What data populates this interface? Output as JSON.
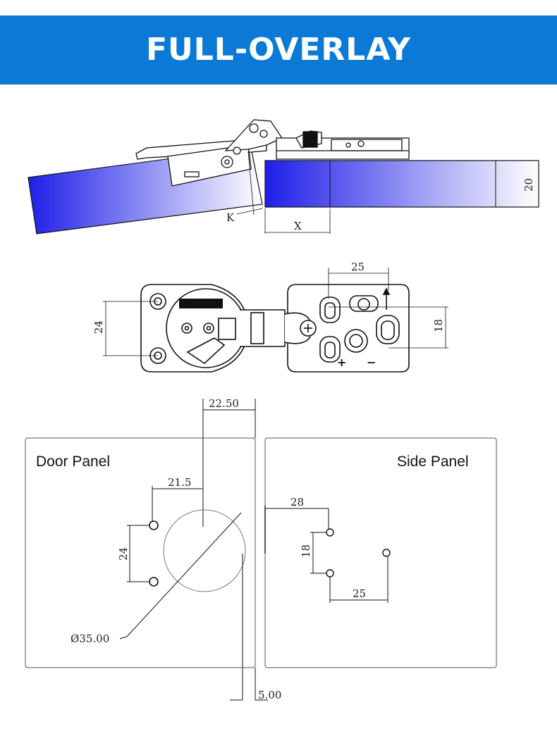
{
  "header": {
    "title": "FULL-OVERLAY"
  },
  "side_view": {
    "k_label": "K",
    "x_label": "X",
    "thickness_label": "20"
  },
  "top_view": {
    "width_label": "25",
    "height_left_label": "24",
    "height_right_label": "18",
    "plus": "+",
    "minus": "−"
  },
  "drilling": {
    "door_panel": {
      "title": "Door Panel",
      "top_offset": "22.50",
      "hole_offset": "21.5",
      "hole_spacing": "24",
      "cup_diameter": "Ø35.00",
      "edge_distance": "5.00"
    },
    "side_panel": {
      "title": "Side Panel",
      "edge_offset": "28",
      "vertical_spacing": "18",
      "horizontal_spacing": "25"
    }
  },
  "colors": {
    "banner": "#0a7ad6",
    "panel_blue": "#1f1fe8",
    "white": "#ffffff"
  }
}
